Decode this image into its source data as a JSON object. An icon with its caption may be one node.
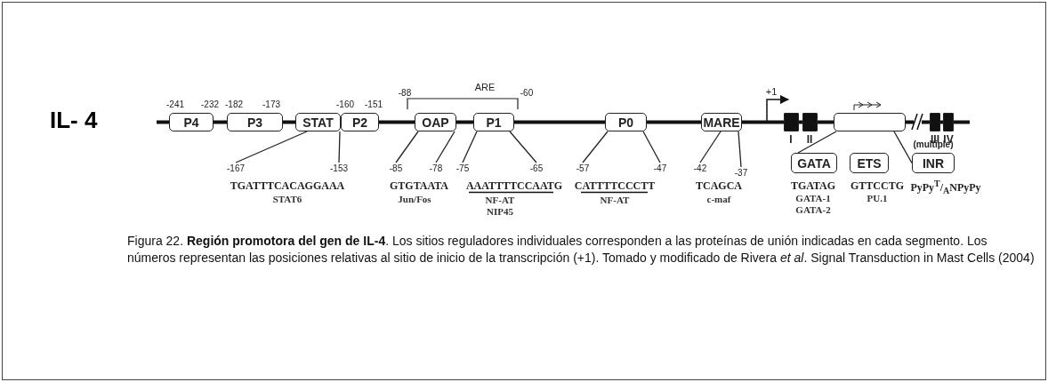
{
  "diagram": {
    "title": "IL- 4",
    "caption": "Figura 22. **Región promotora del gen de IL-4**. Los sitios reguladores individuales corresponden a las proteínas de unión indicadas en cada segmento. Los números representan las posiciones relativas al sitio de inicio de la transcripción (+1). Tomado y modificado de Rivera *et al*. Signal Transduction in Mast Cells (2004)",
    "nodes": [
      {
        "text": [
          "P4"
        ]
      },
      {
        "text": [
          "P3"
        ]
      },
      {
        "text": [
          "STAT"
        ]
      },
      {
        "text": [
          "P2"
        ]
      },
      {
        "text": [
          "OAP"
        ]
      },
      {
        "text": [
          "P1"
        ]
      },
      {
        "text": [
          "P0"
        ]
      },
      {
        "text": [
          "MARE"
        ]
      },
      {
        "text": [],
        "shape": "box",
        "beside": [
          "I"
        ]
      },
      {
        "text": [],
        "shape": "box",
        "beside": [
          "II"
        ]
      },
      {
        "text": [],
        "shape": "box"
      },
      {
        "text": [],
        "shape": "box",
        "beside": [
          "III"
        ]
      },
      {
        "text": [],
        "shape": "box",
        "beside": [
          "IV"
        ]
      },
      {
        "text": [
          "GATA"
        ]
      },
      {
        "text": [
          "ETS"
        ]
      },
      {
        "text": [
          "INR"
        ],
        "beside": [
          "(multiple)"
        ]
      },
      {
        "text": [
          "-167"
        ]
      },
      {
        "text": [
          "-153"
        ]
      },
      {
        "text": [
          "-85"
        ]
      },
      {
        "text": [
          "-78"
        ]
      },
      {
        "text": [
          "-75"
        ]
      },
      {
        "text": [
          "-65"
        ]
      },
      {
        "text": [
          "-57"
        ]
      },
      {
        "text": [
          "-47"
        ]
      },
      {
        "text": [
          "-42"
        ]
      },
      {
        "text": [
          "-37"
        ]
      }
    ],
    "edges": [
      {
        "from": 2,
        "to": 16,
        "arrow": "none"
      },
      {
        "from": 3,
        "to": 17,
        "arrow": "none"
      },
      {
        "from": 4,
        "to": 18,
        "arrow": "none"
      },
      {
        "from": 4,
        "to": 19,
        "arrow": "none"
      },
      {
        "from": 5,
        "to": 20,
        "arrow": "none"
      },
      {
        "from": 5,
        "to": 21,
        "arrow": "none"
      },
      {
        "from": 6,
        "to": 22,
        "arrow": "none"
      },
      {
        "from": 6,
        "to": 23,
        "arrow": "none"
      },
      {
        "from": 7,
        "to": 24,
        "arrow": "none"
      },
      {
        "from": 7,
        "to": 25,
        "arrow": "none"
      },
      {
        "from": 10,
        "to": 13,
        "arrow": "none"
      },
      {
        "from": 10,
        "to": 15,
        "arrow": "none"
      }
    ],
    "labels": [
      "-241",
      "-232",
      "-182",
      "-173",
      "-160",
      "-151",
      "-88",
      "ARE",
      "-60",
      "+1",
      "TGATTTCACAGGAAA",
      "STAT6",
      "GTGTAATA",
      "Jun/Fos",
      "AAATTTTCCAATG",
      "NF-AT",
      "NIP45",
      "CATTTTCCCTT",
      "NF-AT",
      "TCAGCA",
      "c-maf",
      "TGATAG",
      "GATA-1",
      "GATA-2",
      "GTTCCTG",
      "PU.1",
      "PyPy$^{T}$/$_{A}$NPyPy"
    ]
  }
}
